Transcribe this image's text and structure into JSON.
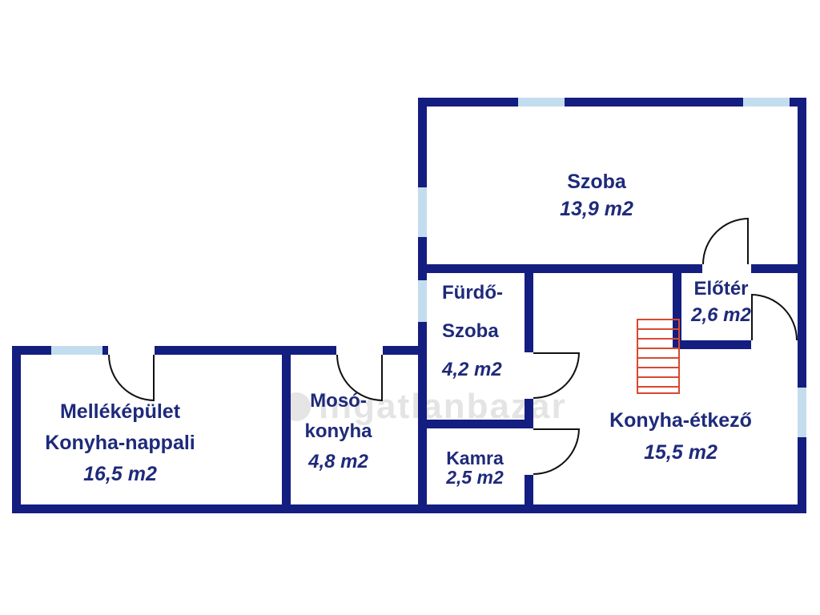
{
  "plan": {
    "type": "floor-plan",
    "watermark": {
      "text": "ingatlanbazar"
    },
    "rooms": {
      "szoba": {
        "name": "Szoba",
        "area": "13,9 m2"
      },
      "furdo_szoba": {
        "name_line1": "Fürdő-",
        "name_line2": "Szoba",
        "area": "4,2 m2"
      },
      "eloter": {
        "name": "Előtér",
        "area": "2,6 m2"
      },
      "konyha_etkezo": {
        "name": "Konyha-étkező",
        "area": "15,5 m2"
      },
      "kamra": {
        "name": "Kamra",
        "area": "2,5 m2"
      },
      "moso_konyha": {
        "name_line1": "Mosó-",
        "name_line2": "konyha",
        "area": "4,8 m2"
      },
      "mellekepulet": {
        "name_line1": "Melléképület",
        "name_line2": "Konyha-nappali",
        "area": "16,5 m2"
      }
    }
  },
  "colors": {
    "wall": "#141d80",
    "window": "#c3ddee",
    "label": "#1e2a7a",
    "stairs": "#d8492f",
    "door_line": "#111111"
  }
}
